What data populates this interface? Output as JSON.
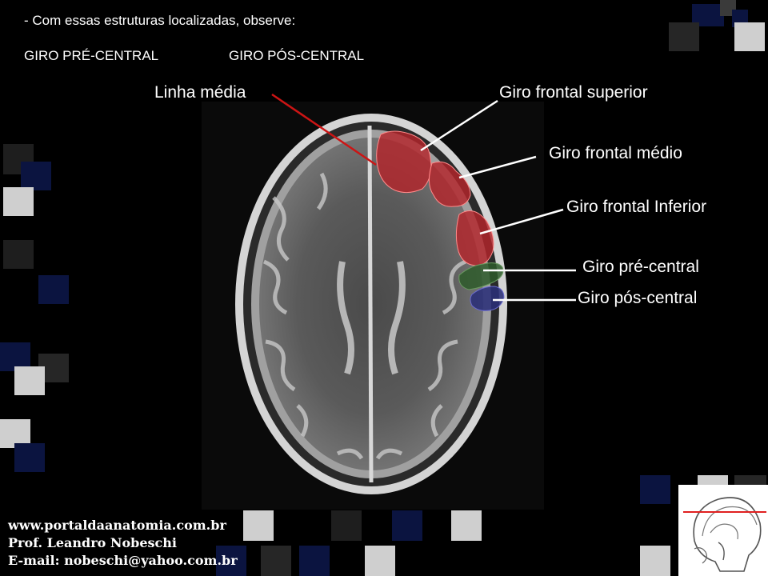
{
  "slide": {
    "intro": "- Com essas estruturas localizadas, observe:",
    "topics": [
      "GIRO PRÉ-CENTRAL",
      "GIRO PÓS-CENTRAL"
    ]
  },
  "labels": {
    "midline": "Linha média",
    "superior_frontal": "Giro frontal superior",
    "middle_frontal": "Giro frontal médio",
    "inferior_frontal": "Giro frontal Inferior",
    "precentral": "Giro pré-central",
    "postcentral": "Giro pós-central"
  },
  "footer": {
    "site": "www.portaldaanatomia.com.br",
    "author": "Prof. Leandro Nobeschi",
    "email": "E-mail: nobeschi@yahoo.com.br"
  },
  "colors": {
    "frontal_gyri": "#b3242b",
    "precentral": "#2e5a2a",
    "postcentral": "#2a2f78",
    "midline_pointer": "#cc1414",
    "pointer": "#ffffff",
    "deco_navy": "#0b1440",
    "deco_gray": "#cfcfcf",
    "deco_dark": "#262626"
  },
  "images": {
    "mri": "axial-brain-mri",
    "inset": "sagittal-head-diagram"
  }
}
